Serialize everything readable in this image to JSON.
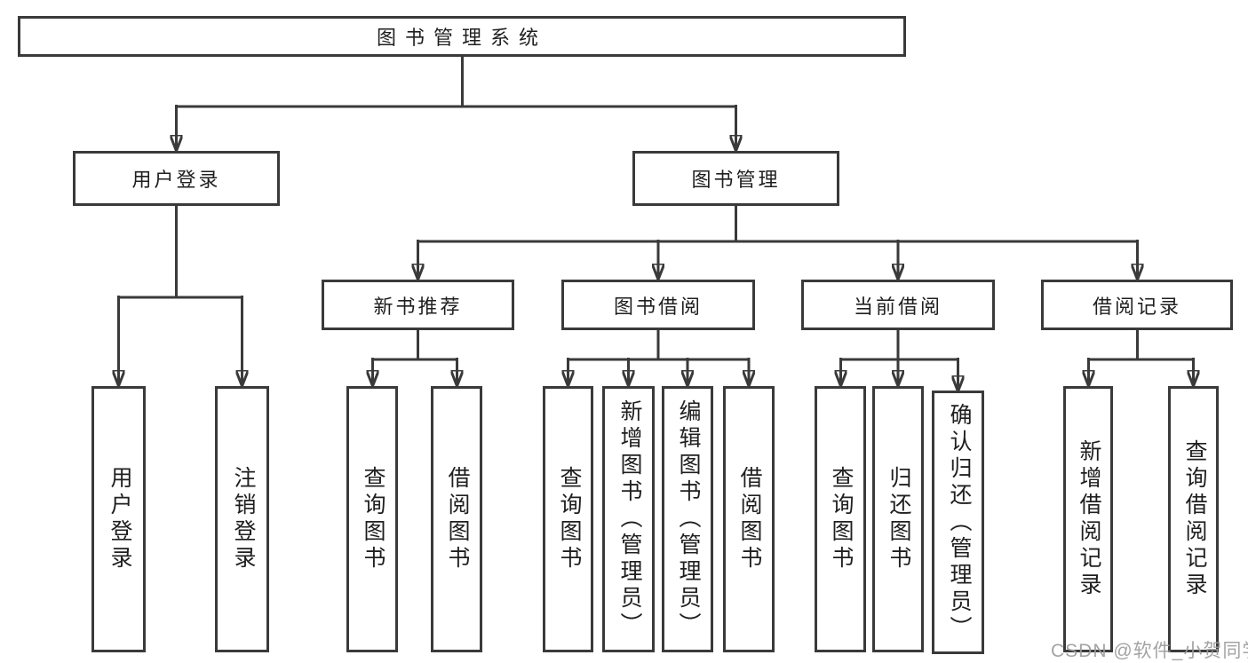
{
  "colors": {
    "line": "#3a3a3a",
    "text": "#1f1f1f",
    "box_background": "#ffffff",
    "watermark": "#9c9c9c"
  },
  "watermark": {
    "label": "CSDN @软件_小贺同学"
  },
  "tree": {
    "root": {
      "label": "图书管理系统"
    },
    "branches": [
      {
        "label": "用户登录",
        "children": [
          {
            "label": "用户登录"
          },
          {
            "label": "注销登录"
          }
        ]
      },
      {
        "label": "图书管理",
        "children": [
          {
            "label": "新书推荐",
            "children": [
              {
                "label": "查询图书"
              },
              {
                "label": "借阅图书"
              }
            ]
          },
          {
            "label": "图书借阅",
            "children": [
              {
                "label": "查询图书"
              },
              {
                "label": "新增图书（管理员）"
              },
              {
                "label": "编辑图书（管理员）"
              },
              {
                "label": "借阅图书"
              }
            ]
          },
          {
            "label": "当前借阅",
            "children": [
              {
                "label": "查询图书"
              },
              {
                "label": "归还图书"
              },
              {
                "label": "确认归还（管理员）"
              }
            ]
          },
          {
            "label": "借阅记录",
            "children": [
              {
                "label": "新增借阅记录"
              },
              {
                "label": "查询借阅记录"
              }
            ]
          }
        ]
      }
    ]
  }
}
